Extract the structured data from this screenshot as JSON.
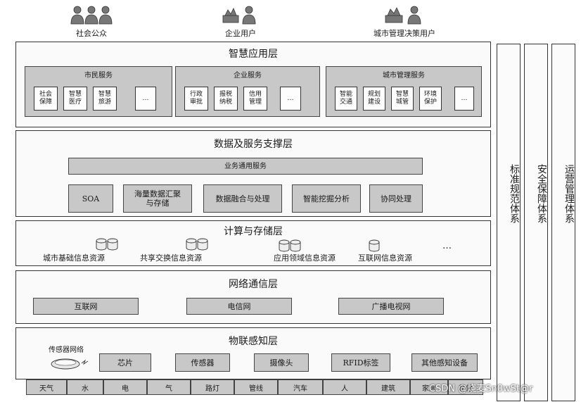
{
  "users": [
    {
      "label": "社会公众",
      "icon": "people-group-icon"
    },
    {
      "label": "企业用户",
      "icon": "enterprise-user-icon"
    },
    {
      "label": "城市管理决策用户",
      "icon": "city-manager-icon"
    }
  ],
  "app_layer": {
    "title": "智慧应用层",
    "groups": [
      {
        "title": "市民服务",
        "items": [
          "社会\n保障",
          "智慧\n医疗",
          "智慧\n旅游",
          "…"
        ]
      },
      {
        "title": "企业服务",
        "items": [
          "行政\n审批",
          "报税\n纳税",
          "信用\n管理",
          "…"
        ]
      },
      {
        "title": "城市管理服务",
        "items": [
          "智能\n交通",
          "规划\n建设",
          "智慧\n城管",
          "环境\n保护",
          "…"
        ]
      }
    ]
  },
  "data_layer": {
    "title": "数据及服务支撑层",
    "common_service": "业务通用服务",
    "items": [
      "SOA",
      "海量数据汇聚\n与存储",
      "数据融合与处理",
      "智能挖掘分析",
      "协同处理"
    ]
  },
  "compute_layer": {
    "title": "计算与存储层",
    "resources": [
      "城市基础信息资源",
      "共享交换信息资源",
      "应用领域信息资源",
      "互联网信息资源"
    ],
    "more": "…",
    "db_icon": "database-icon"
  },
  "network_layer": {
    "title": "网络通信层",
    "items": [
      "互联网",
      "电信网",
      "广播电视网"
    ]
  },
  "iot_layer": {
    "title": "物联感知层",
    "sensor_net": "传感器网络",
    "sensor_icon": "sensor-network-icon",
    "items": [
      "芯片",
      "传感器",
      "摄像头",
      "RFID标签",
      "其他感知设备"
    ]
  },
  "bottom": [
    "天气",
    "水",
    "电",
    "气",
    "路灯",
    "管线",
    "汽车",
    "人",
    "建筑",
    "家居",
    "其他"
  ],
  "side_columns": [
    "标准规范体系",
    "安全保障体系",
    "运营管理体系"
  ],
  "watermark": "CSDN @烧麦Sn0wSt@r",
  "colors": {
    "box_gray": "#c8c8c8",
    "border": "#333333"
  }
}
